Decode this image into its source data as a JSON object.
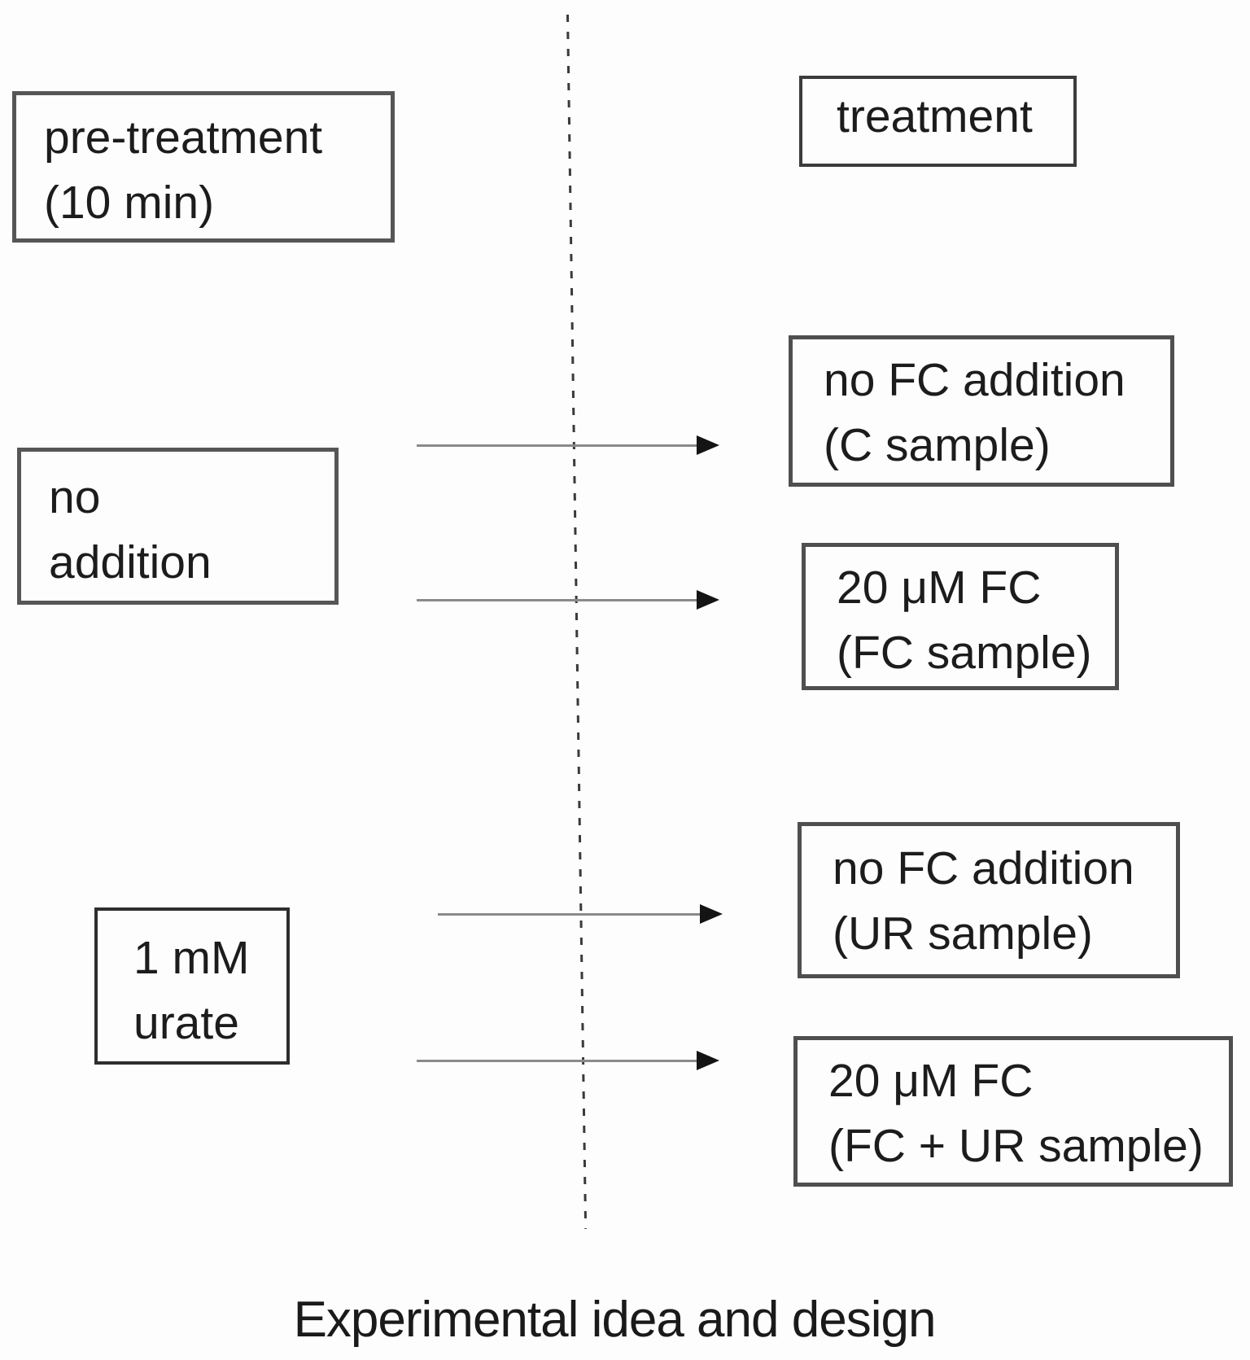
{
  "header_row": {
    "pretreatment": {
      "line1": "pre-treatment",
      "line2": "(10 min)"
    },
    "treatment": {
      "label": "treatment"
    }
  },
  "groups": [
    {
      "condition": {
        "line1": "no",
        "line2": "addition"
      },
      "outcomes": [
        {
          "line1": "no FC addition",
          "line2": "(C sample)"
        },
        {
          "line1": "20 μM FC",
          "line2": "(FC sample)"
        }
      ]
    },
    {
      "condition": {
        "line1": "1 mM",
        "line2": "urate"
      },
      "outcomes": [
        {
          "line1": "no FC addition",
          "line2": "(UR sample)"
        },
        {
          "line1": "20 μM FC",
          "line2": "(FC + UR sample)"
        }
      ]
    }
  ],
  "caption": "Experimental idea and design",
  "colors": {
    "text": "#1c1c1c",
    "box_border": "#4f4f4f",
    "arrow_line": "#8a8a8a",
    "arrow_head": "#141414",
    "dashed_line": "#3a3a3a",
    "background": "#fdfdfd"
  }
}
